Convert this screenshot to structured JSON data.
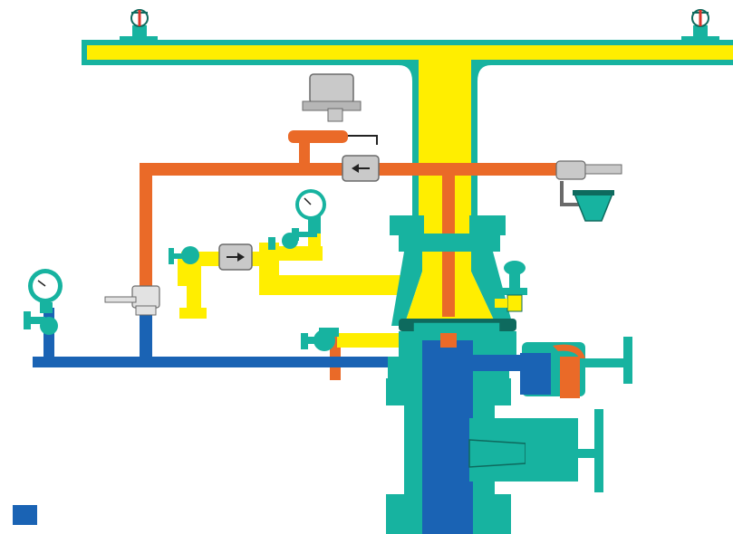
{
  "diagram": {
    "colors": {
      "casing": "#17b3a0",
      "casing_outline": "#0e6a5e",
      "air": "#ffee00",
      "trim": "#ea6a28",
      "water": "#1a63b4",
      "valve_gray": "#c9c9c9",
      "outline": "#2b2b2b"
    },
    "components": [
      {
        "name": "sprinkler-head-left",
        "icon": "sprinkler-icon"
      },
      {
        "name": "sprinkler-head-right",
        "icon": "sprinkler-icon"
      },
      {
        "name": "air-supply-main",
        "icon": "pipe"
      },
      {
        "name": "alarm-pressure-switch",
        "icon": "pressure-switch-icon"
      },
      {
        "name": "check-valve-trim",
        "icon": "check-valve-icon"
      },
      {
        "name": "pressure-gauge-air",
        "icon": "gauge-icon"
      },
      {
        "name": "pressure-gauge-water",
        "icon": "gauge-icon"
      },
      {
        "name": "ball-valve",
        "icon": "valve-icon"
      },
      {
        "name": "drain-funnel",
        "icon": "funnel-icon"
      },
      {
        "name": "main-drain-valve",
        "icon": "valve-icon"
      },
      {
        "name": "dry-pipe-valve-body",
        "icon": "valve-body"
      },
      {
        "name": "water-supply-riser",
        "icon": "pipe"
      }
    ]
  },
  "legend": {
    "swatch_color": "#1a63b4"
  }
}
